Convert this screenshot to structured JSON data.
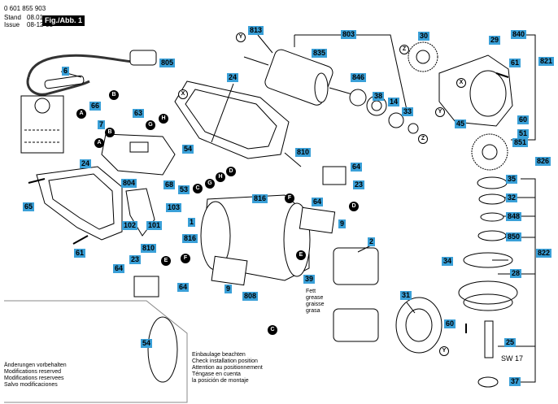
{
  "header": {
    "doc_number": "0 601 855 903",
    "stand_label": "Stand",
    "stand_value": "08.01",
    "issue_label": "Issue",
    "issue_value": "08-12-05",
    "figure": "Fig./Abb. 1"
  },
  "part_numbers": {
    "p813": "813",
    "p803": "803",
    "p840": "840",
    "p805": "805",
    "p835": "835",
    "p30": "30",
    "p29": "29",
    "p821": "821",
    "p61a": "61",
    "p6": "6",
    "p24a": "24",
    "p846": "846",
    "p38": "38",
    "p14": "14",
    "p33": "33",
    "p66": "66",
    "p63": "63",
    "p7": "7",
    "p60a": "60",
    "p51": "51",
    "p851": "851",
    "p54": "54",
    "p45": "45",
    "p810a": "810",
    "p826": "826",
    "p24b": "24",
    "p64a": "64",
    "p23a": "23",
    "p804": "804",
    "p68": "68",
    "p53": "53",
    "p35": "35",
    "p816a": "816",
    "p64b": "64",
    "p32": "32",
    "p65": "65",
    "p103": "103",
    "p848": "848",
    "p1": "1",
    "p9a": "9",
    "p102": "102",
    "p101": "101",
    "p2": "2",
    "p850": "850",
    "p61b": "61",
    "p816b": "816",
    "p810b": "810",
    "p822": "822",
    "p23b": "23",
    "p34": "34",
    "p28": "28",
    "p64c": "64",
    "p64d": "64",
    "p39": "39",
    "p9b": "9",
    "p808": "808",
    "p31": "31",
    "p60b": "60",
    "p25": "25",
    "p37": "37"
  },
  "connectors": {
    "a1": "A",
    "b1": "B",
    "a2": "A",
    "b2": "B",
    "g1": "G",
    "h1": "H",
    "c1": "C",
    "g2": "G",
    "d1": "D",
    "d2": "D",
    "e1": "E",
    "e2": "E",
    "c2": "C",
    "x1": "X",
    "y1": "Y",
    "z1": "Z",
    "z2": "Z",
    "y2": "Y",
    "x2": "X",
    "y3": "Y",
    "f1": "F",
    "f2": "F",
    "inset54": "54"
  },
  "grease": {
    "line1": "Fett",
    "line2": "grease",
    "line3": "graisse",
    "line4": "grasa"
  },
  "sw_label": "SW 17",
  "notes": {
    "changes": [
      "Änderungen vorbehalten",
      "Modifications reserved",
      "Modifications reservees",
      "Salvo modificaciones"
    ],
    "install": [
      "Einbaulage beachten",
      "Check installation position",
      "Attention au positionnement",
      "Téngase en cuenta",
      "la posición de montaje"
    ]
  },
  "colors": {
    "label_bg": "#3aa0d8",
    "line": "#000000"
  }
}
